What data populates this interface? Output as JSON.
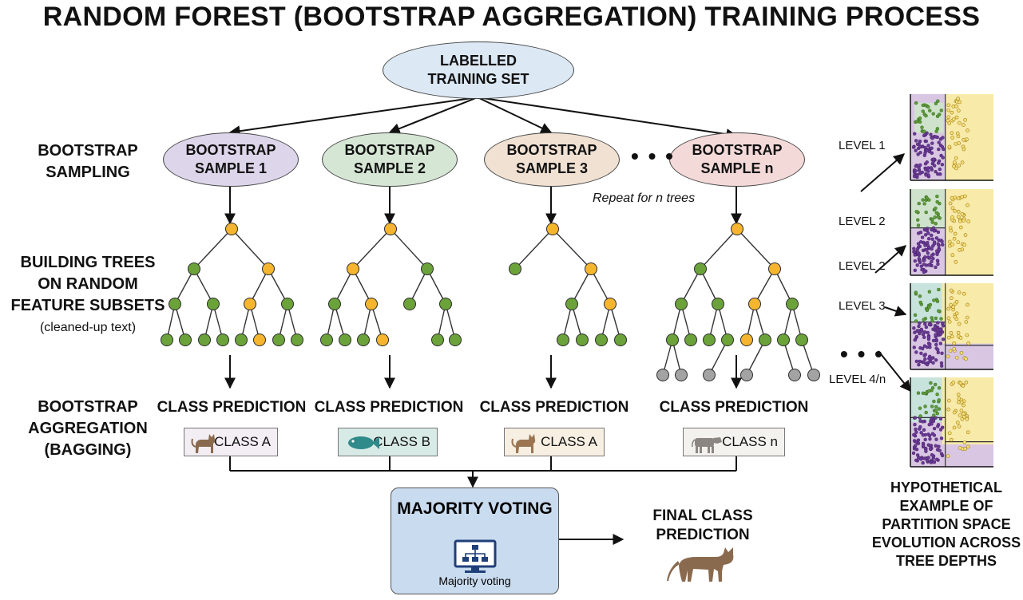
{
  "title": "RANDOM FOREST (BOOTSTRAP AGGREGATION) TRAINING PROCESS",
  "root": {
    "label_line1": "LABELLED",
    "label_line2": "TRAINING SET",
    "color": "#dce8f4"
  },
  "rows": {
    "bootstrap_sampling": [
      "BOOTSTRAP",
      "SAMPLING"
    ],
    "building_trees": [
      "BUILDING TREES",
      "ON RANDOM",
      "FEATURE SUBSETS"
    ],
    "building_trees_note": "(cleaned-up text)",
    "aggregation": [
      "BOOTSTRAP",
      "AGGREGATION",
      "(BAGGING)"
    ]
  },
  "samples": [
    {
      "line1": "BOOTSTRAP",
      "line2": "SAMPLE 1",
      "color": "#ddd5ea",
      "prediction_heading": "CLASS PREDICTION",
      "class_label": "CLASS A",
      "class_icon": "cat-icon",
      "box_color": "#f3eef4"
    },
    {
      "line1": "BOOTSTRAP",
      "line2": "SAMPLE 2",
      "color": "#d6e6d5",
      "prediction_heading": "CLASS PREDICTION",
      "class_label": "CLASS B",
      "class_icon": "fish-icon",
      "box_color": "#d7eae6"
    },
    {
      "line1": "BOOTSTRAP",
      "line2": "SAMPLE 3",
      "color": "#f0e1d2",
      "prediction_heading": "CLASS PREDICTION",
      "class_label": "CLASS A",
      "class_icon": "cat-icon",
      "box_color": "#f6efe2"
    },
    {
      "line1": "BOOTSTRAP",
      "line2": "SAMPLE n",
      "color": "#f4d9d9",
      "prediction_heading": "CLASS PREDICTION",
      "class_label": "CLASS n",
      "class_icon": "cow-icon",
      "box_color": "#f4f2ee"
    }
  ],
  "ellipsis": "• • •",
  "repeat_note": "Repeat for n trees",
  "node_colors": {
    "green": "#6ba33a",
    "orange": "#f5b52e",
    "gray": "#a3a3a3"
  },
  "majority": {
    "heading": "MAJORITY VOTING",
    "caption": "Majority voting",
    "icon": "network-monitor-icon",
    "color": "#c9dbee"
  },
  "final_prediction": {
    "line1": "FINAL CLASS",
    "line2": "PREDICTION",
    "icon": "cat-icon"
  },
  "levels": [
    "LEVEL 1",
    "LEVEL 2",
    "LEVEL 2",
    "LEVEL 3",
    "LEVEL 4/n"
  ],
  "hypothetical_caption": [
    "HYPOTHETICAL",
    "EXAMPLE OF",
    "PARTITION SPACE",
    "EVOLUTION ACROSS",
    "TREE DEPTHS"
  ],
  "partition_colors": {
    "purple": "#d8c6e2",
    "green": "#cfe3cc",
    "yellow": "#f8eaa8",
    "teal": "#c7e3dc"
  }
}
